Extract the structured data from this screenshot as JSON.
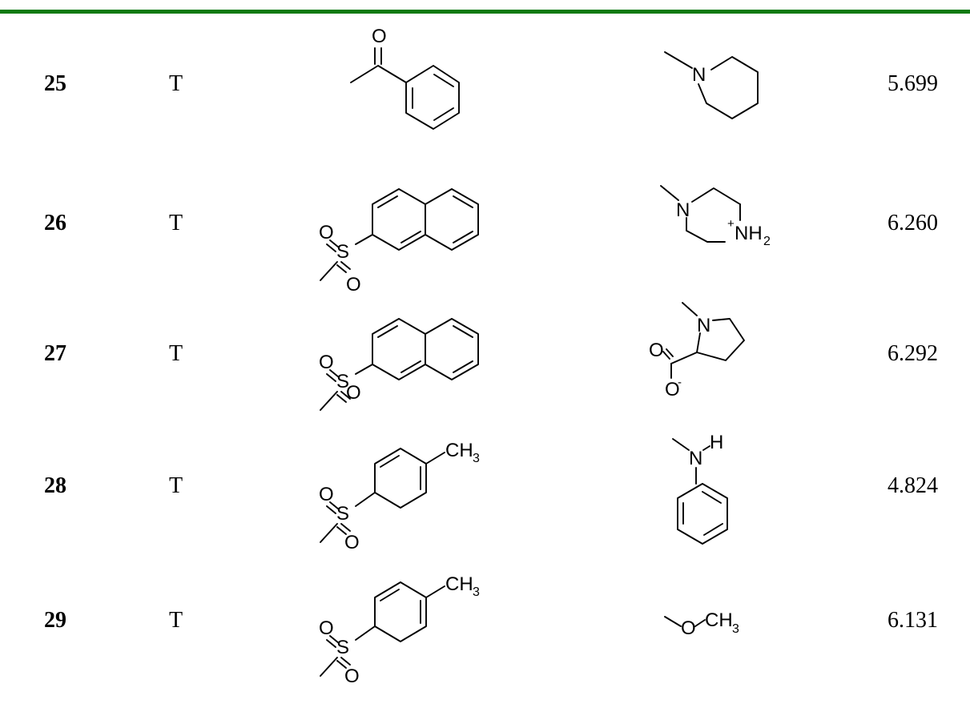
{
  "colors": {
    "rule": "#0f7a12"
  },
  "rows": [
    {
      "id": "25",
      "set": "T",
      "value": "5.699",
      "r1": {
        "name": "acetophenone",
        "labels": {
          "o": "O"
        }
      },
      "r2": {
        "name": "N-methylpiperidine",
        "labels": {
          "n": "N"
        }
      }
    },
    {
      "id": "26",
      "set": "T",
      "value": "6.260",
      "r1": {
        "name": "naphthylsulfonyl",
        "labels": {
          "o1": "O",
          "s": "S",
          "o2": "O"
        }
      },
      "r2": {
        "name": "methylpiperazinium",
        "labels": {
          "n": "N",
          "plus": "+",
          "nh": "NH",
          "sub": "2"
        }
      }
    },
    {
      "id": "27",
      "set": "T",
      "value": "6.292",
      "r1": {
        "name": "naphthylsulfonyl",
        "labels": {
          "o1": "O",
          "s": "S",
          "o2": "O"
        }
      },
      "r2": {
        "name": "prolinate",
        "labels": {
          "n": "N",
          "o1": "O",
          "o2": "O",
          "minus": "-"
        }
      }
    },
    {
      "id": "28",
      "set": "T",
      "value": "4.824",
      "r1": {
        "name": "tosyl",
        "labels": {
          "o1": "O",
          "s": "S",
          "o2": "O",
          "ch": "CH",
          "sub": "3"
        }
      },
      "r2": {
        "name": "N-methylaniline",
        "labels": {
          "n": "N",
          "h": "H"
        }
      }
    },
    {
      "id": "29",
      "set": "T",
      "value": "6.131",
      "r1": {
        "name": "tosyl",
        "labels": {
          "o1": "O",
          "s": "S",
          "o2": "O",
          "ch": "CH",
          "sub": "3"
        }
      },
      "r2": {
        "name": "methoxy",
        "labels": {
          "o": "O",
          "ch": "CH",
          "sub": "3"
        }
      }
    }
  ]
}
